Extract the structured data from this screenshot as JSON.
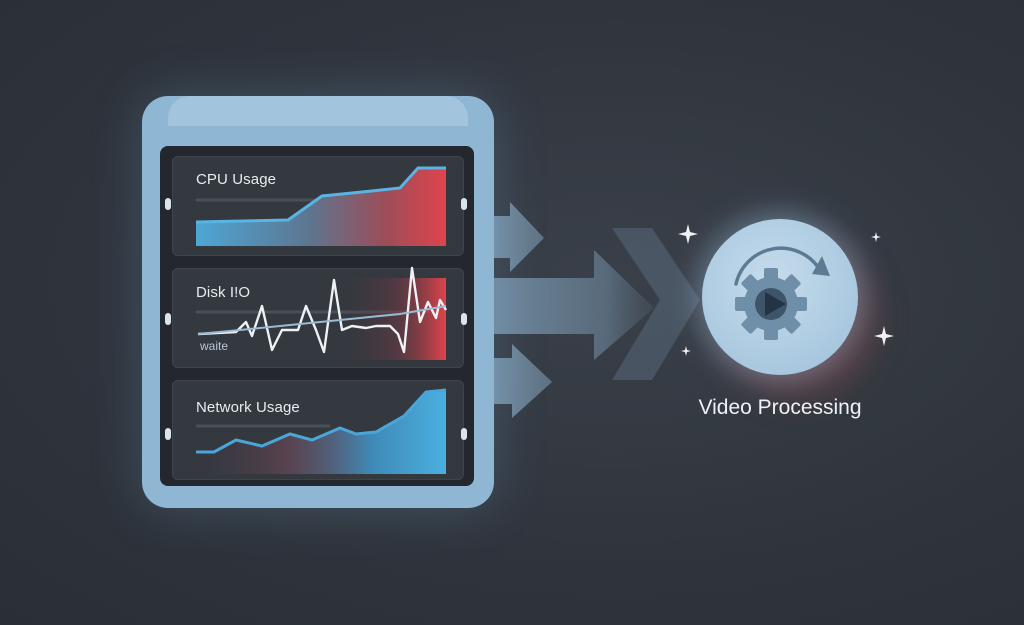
{
  "monitor": {
    "slots": [
      {
        "label": "CPU Usage"
      },
      {
        "label": "Disk I!O",
        "sublabel": "waite"
      },
      {
        "label": "Network Usage"
      }
    ]
  },
  "target": {
    "label": "Video Processing",
    "icon": "gear-play-icon"
  },
  "colors": {
    "background": "#2f343c",
    "chassis": "#8fb6d2",
    "panel": "#34383f",
    "blue": "#4ea6d6",
    "red": "#d9434a",
    "arrow": "#6f8ea7"
  }
}
